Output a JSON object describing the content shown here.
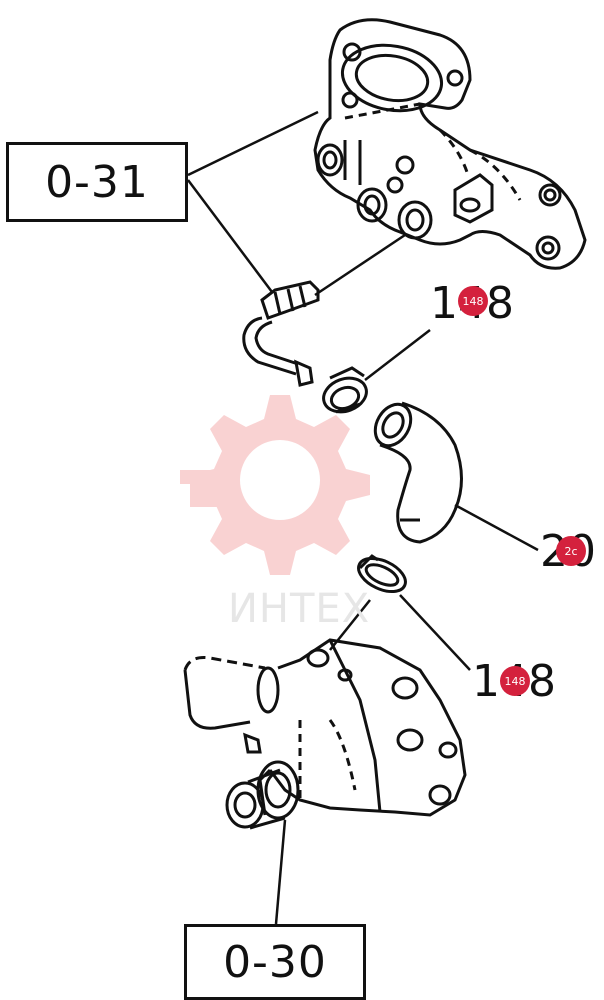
{
  "labels": {
    "top_group": "0-31",
    "bottom_group": "0-30"
  },
  "callouts": {
    "clamp_upper": "148",
    "hose": "20",
    "clamp_lower": "148"
  },
  "badges": {
    "clamp_upper": "148",
    "hose": "2c",
    "clamp_lower": "148"
  },
  "watermark": {
    "text": "ИНТЕХ",
    "color": "#f0c0c0"
  },
  "colors": {
    "line": "#111111",
    "badge": "#d4213d"
  }
}
